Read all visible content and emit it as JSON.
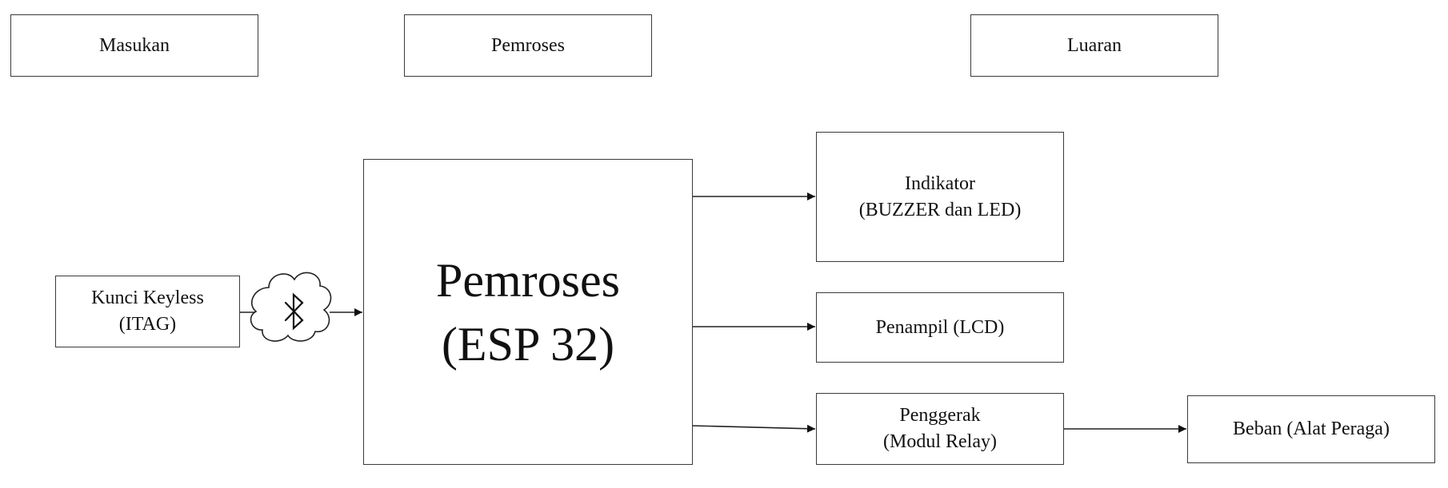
{
  "headers": {
    "input": "Masukan",
    "process": "Pemroses",
    "output": "Luaran"
  },
  "input_block": {
    "line1": "Kunci Keyless",
    "line2": "(ITAG)"
  },
  "wireless_icon": "bluetooth-icon",
  "processor_block": {
    "line1": "Pemroses",
    "line2": "(ESP 32)"
  },
  "indicator_block": {
    "line1": "Indikator",
    "line2": "(BUZZER dan LED)"
  },
  "display_block": {
    "line1": "Penampil (LCD)"
  },
  "driver_block": {
    "line1": "Penggerak",
    "line2": "(Modul Relay)"
  },
  "load_block": {
    "line1": "Beban (Alat Peraga)"
  }
}
